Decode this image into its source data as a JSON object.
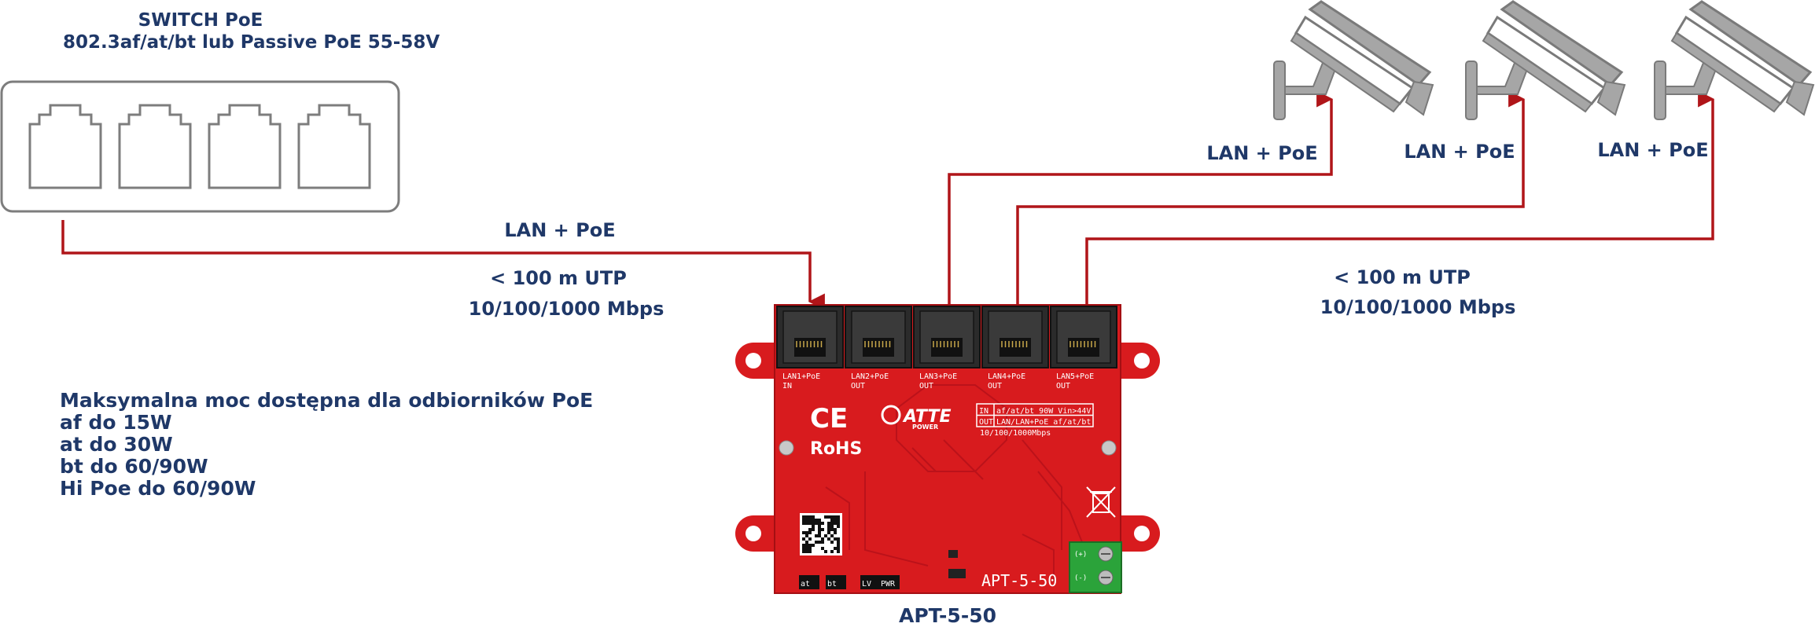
{
  "switch": {
    "title": "SWITCH PoE",
    "subtitle": "802.3af/at/bt lub Passive PoE 55-58V",
    "port_count": 4
  },
  "uplink": {
    "label": "LAN + PoE",
    "distance": "< 100 m UTP",
    "speed": "10/100/1000 Mbps"
  },
  "downlinks": {
    "distance": "< 100 m UTP",
    "speed": "10/100/1000 Mbps",
    "cameras": [
      {
        "label": "LAN + PoE"
      },
      {
        "label": "LAN + PoE"
      },
      {
        "label": "LAN + PoE"
      }
    ]
  },
  "device": {
    "name": "APT-5-50",
    "silkscreen_model": "APT-5-50",
    "ports": [
      "LAN1+PoE",
      "LAN2+PoE",
      "LAN3+PoE",
      "LAN4+PoE",
      "LAN5+PoE"
    ],
    "port_dirs": [
      "IN",
      "OUT",
      "OUT",
      "OUT",
      "OUT"
    ],
    "spec_in": "IN",
    "spec_in_val": "af/at/bt 90W Vin>44V",
    "spec_out": "OUT",
    "spec_out_val": "LAN/LAN+PoE af/at/bt",
    "spec_speed": "10/100/1000Mbps",
    "rohs": "RoHS",
    "ce": "CE",
    "brand": "ATTE",
    "brand_sub": "POWER",
    "leds": [
      "at",
      "bt",
      "LV",
      "PWR"
    ],
    "terminal_plus": "(+)",
    "terminal_minus": "(-)"
  },
  "info": {
    "heading": "Maksymalna moc dostępna dla odbiorników PoE",
    "lines": [
      "af do 15W",
      "at do 30W",
      "bt do 60/90W",
      "Hi Poe do 60/90W"
    ]
  },
  "colors": {
    "cable": "#b01519",
    "text": "#1f3868",
    "pcb": "#d81b1e",
    "camera": "#a6a6a6"
  }
}
